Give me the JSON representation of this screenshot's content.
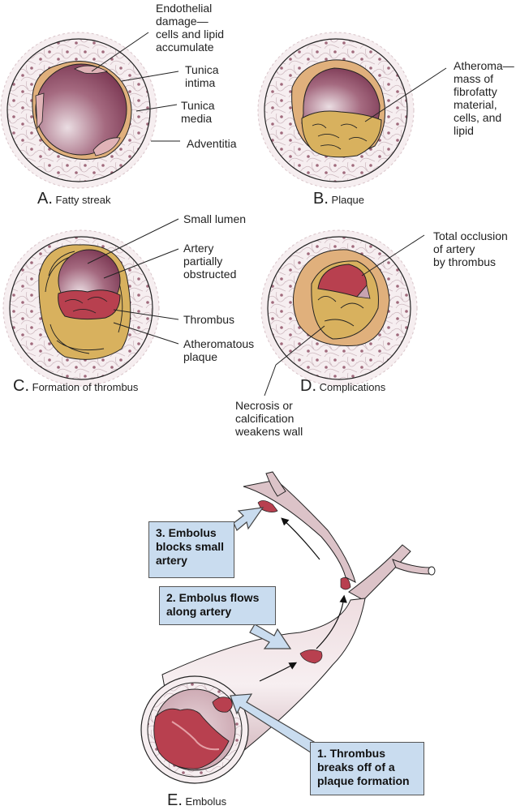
{
  "figure": {
    "panels": [
      {
        "id": "A",
        "letter": "A.",
        "title": "Fatty streak",
        "labels": [
          "Endothelial\ndamage—\ncells and lipid\naccumulate",
          "Tunica\nintima",
          "Tunica\nmedia",
          "Adventitia"
        ]
      },
      {
        "id": "B",
        "letter": "B.",
        "title": "Plaque",
        "labels": [
          "Atheroma—\nmass of\nfibrofatty\nmaterial,\ncells, and\nlipid"
        ]
      },
      {
        "id": "C",
        "letter": "C.",
        "title": "Formation of thrombus",
        "labels": [
          "Small lumen",
          "Artery\npartially\nobstructed",
          "Thrombus",
          "Atheromatous\nplaque"
        ]
      },
      {
        "id": "D",
        "letter": "D.",
        "title": "Complications",
        "labels": [
          "Total occlusion\nof artery\nby thrombus",
          "Necrosis or\ncalcification\nweakens wall"
        ]
      },
      {
        "id": "E",
        "letter": "E.",
        "title": "Embolus",
        "callouts": [
          "3. Embolus\nblocks small\nartery",
          "2. Embolus flows\nalong artery",
          "1. Thrombus\nbreaks off of a\nplaque formation"
        ]
      }
    ],
    "colors": {
      "lumen": "#8e4a63",
      "lumen_light": "#e6d3da",
      "intima": "#e0b07c",
      "plaque": "#d8b15e",
      "thrombus": "#b8404f",
      "adventitia": "#f5eeee",
      "cell_dot": "#a06a7c",
      "vessel": "#dcc3c8",
      "callout_fill": "#c9dcef"
    }
  }
}
